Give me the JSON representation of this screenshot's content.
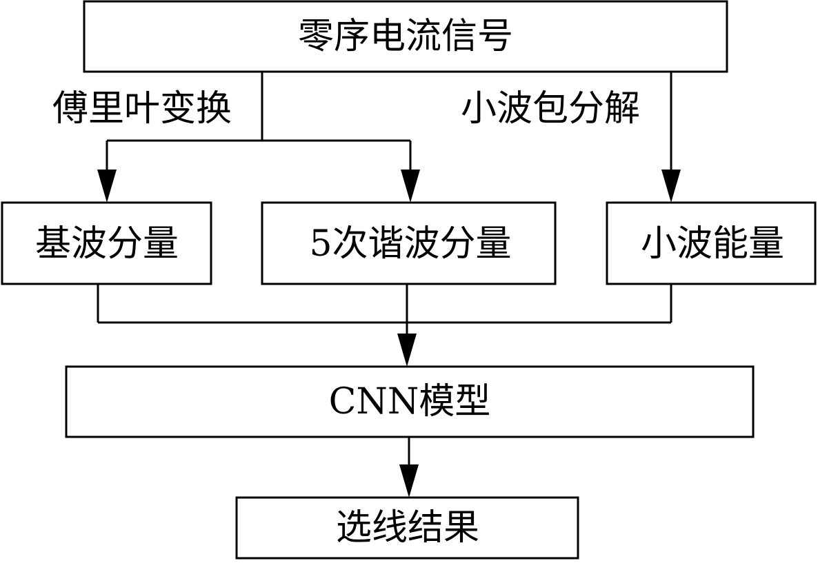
{
  "nodes": {
    "signal": "零序电流信号",
    "fundamental": "基波分量",
    "harmonic5": "5次谐波分量",
    "wavelet_energy": "小波能量",
    "cnn": "CNN模型",
    "result": "选线结果"
  },
  "edge_labels": {
    "fourier": "傅里叶变换",
    "wavelet_packet": "小波包分解"
  }
}
